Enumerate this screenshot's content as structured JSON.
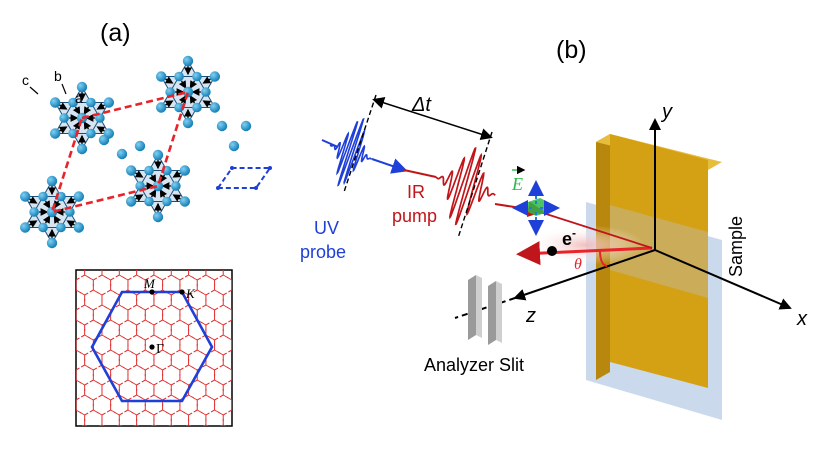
{
  "panel_a": {
    "label": "(a)",
    "site_labels": {
      "a": "a",
      "b": "b",
      "c": "c"
    }
  },
  "brillouin": {
    "points": {
      "M": "M",
      "K": "K",
      "Gamma": "Γ"
    }
  },
  "panel_b": {
    "label": "(b)",
    "delay_label": "Δt",
    "probe_label": [
      "UV",
      "probe"
    ],
    "pump_label": [
      "IR",
      "pump"
    ],
    "field_label": "E",
    "electron_label": "e",
    "electron_sup": "-",
    "angle_label": "θ",
    "axis_x": "x",
    "axis_y": "y",
    "axis_z": "z",
    "sample_label": "Sample",
    "analyzer_label": "Analyzer Slit"
  },
  "colors": {
    "atom": "#1a8fc4",
    "hexagon_fill": "#cfe0ee",
    "dashed_cell": "#e8232a",
    "small_cell": "#1e3fd8",
    "bz_hexagon": "#1e3fd8",
    "honeycomb": "#e03030",
    "probe": "#1e3fd8",
    "pump": "#c0151a",
    "efield": "#2db84a",
    "sample": "#d4a114",
    "plane": "#a9bfe0"
  }
}
